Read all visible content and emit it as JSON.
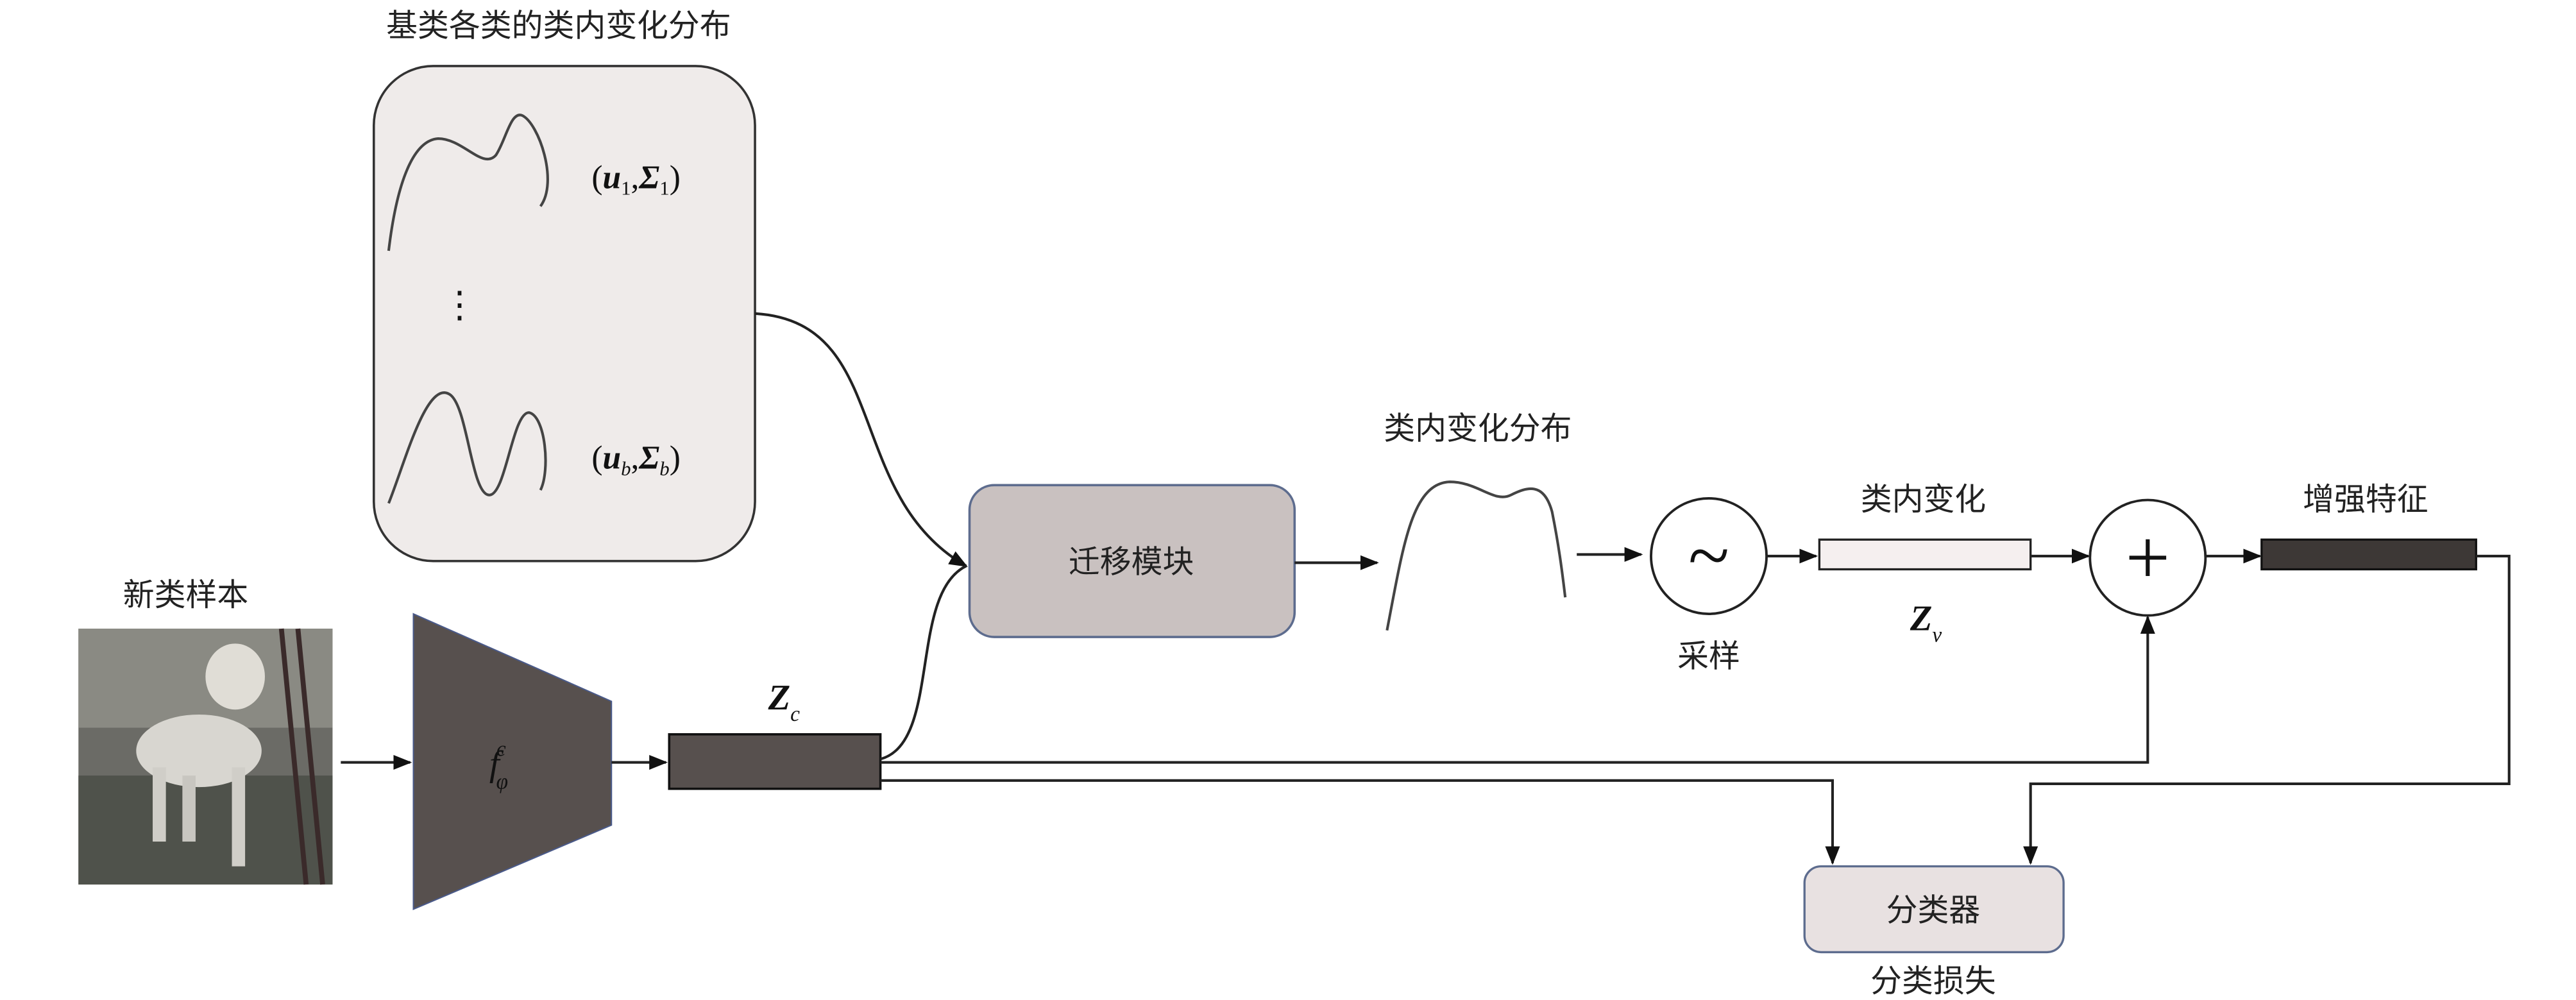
{
  "base_distributions": {
    "title": "基类各类的类内变化分布",
    "param_first": {
      "open": "(",
      "u": "u",
      "u_sub": "1",
      "comma": ",",
      "sigma": "Σ",
      "sigma_sub": "1",
      "close": ")"
    },
    "ellipsis": "⋮",
    "param_last": {
      "open": "(",
      "u": "u",
      "u_sub": "b",
      "comma": ",",
      "sigma": "Σ",
      "sigma_sub": "b",
      "close": ")"
    }
  },
  "input": {
    "label": "新类样本"
  },
  "encoder": {
    "symbol": "f",
    "sub": "φ",
    "sup": "c"
  },
  "feature_zc": {
    "symbol": "Z",
    "sub": "c"
  },
  "transfer_module": {
    "label": "迁移模块"
  },
  "intra_class_distribution": {
    "label": "类内变化分布"
  },
  "sampling": {
    "symbol": "~",
    "label": "采样"
  },
  "intra_class_variation": {
    "label": "类内变化",
    "symbol": "Z",
    "sub": "v"
  },
  "add_node": {
    "symbol": "+"
  },
  "augmented_feature": {
    "label": "增强特征"
  },
  "classifier": {
    "label": "分类器",
    "loss_label": "分类损失"
  },
  "colors": {
    "panel_fill": "#efebea",
    "encoder_fill": "#57504e",
    "transfer_fill": "#c9c1c0",
    "transfer_stroke": "#5d6c8e",
    "augmented_fill": "#3d3836",
    "variation_fill": "#f5efef",
    "classifier_fill": "#e8e1e1"
  }
}
